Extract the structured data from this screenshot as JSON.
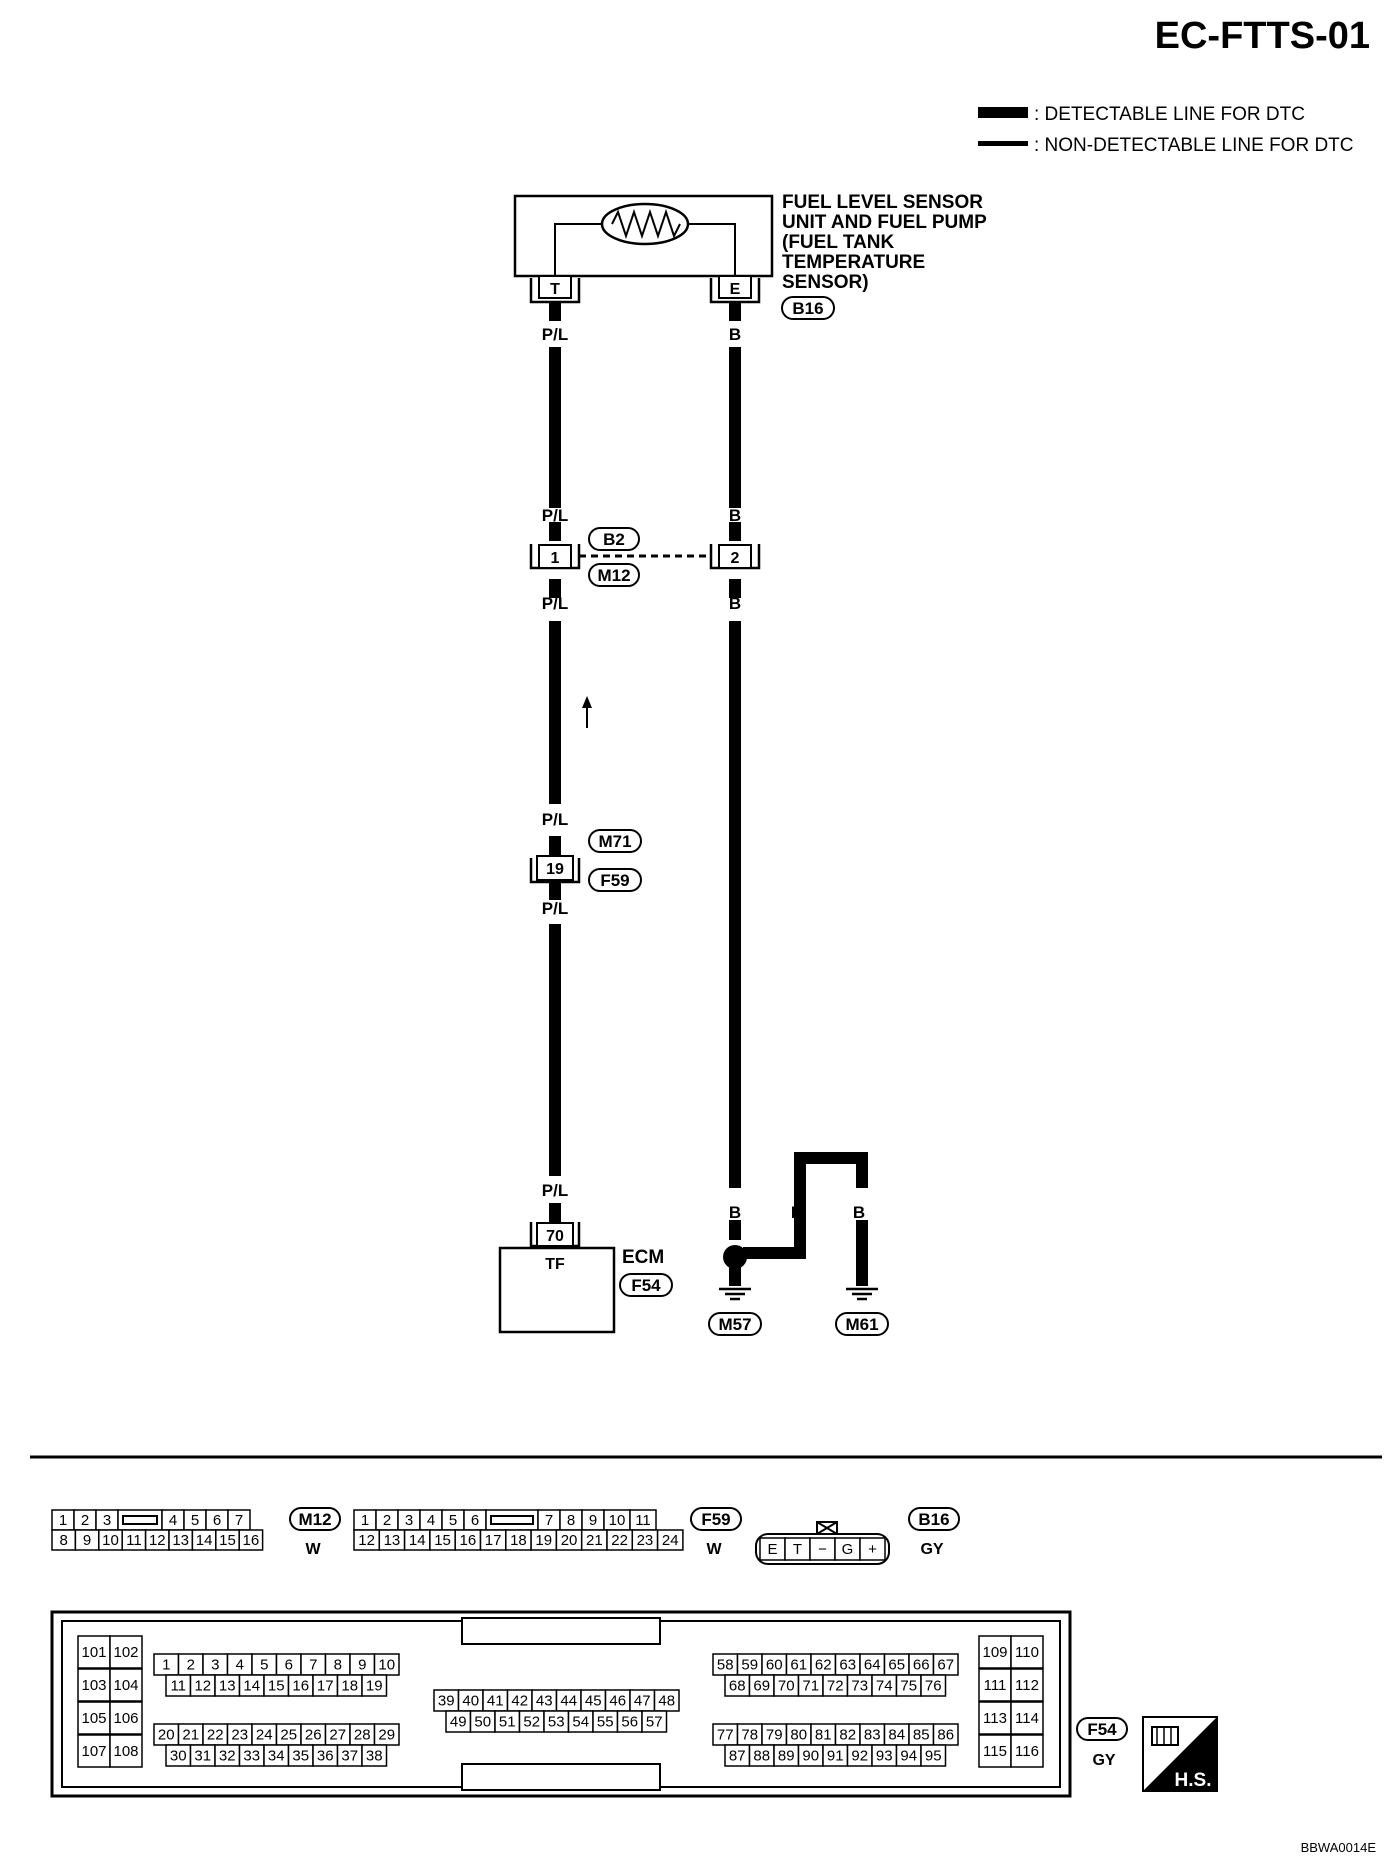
{
  "title": "EC-FTTS-01",
  "image_code": "BBWA0014E",
  "legend": {
    "detectable": ": DETECTABLE LINE FOR DTC",
    "non_detectable": ": NON-DETECTABLE LINE FOR DTC"
  },
  "sensor": {
    "label_lines": [
      "FUEL LEVEL SENSOR",
      "UNIT AND  FUEL PUMP",
      "(FUEL TANK",
      "TEMPERATURE",
      "SENSOR)"
    ],
    "connector": "B16",
    "terminal_t": "T",
    "terminal_e": "E"
  },
  "wires": {
    "pl": "P/L",
    "b": "B"
  },
  "joint_b2_m12": {
    "top": "B2",
    "bottom": "M12",
    "pin1": "1",
    "pin2": "2"
  },
  "joint_m71_f59": {
    "top": "M71",
    "bottom": "F59",
    "pin": "19"
  },
  "ecm": {
    "label": "ECM",
    "connector": "F54",
    "pin": "70",
    "terminal": "TF"
  },
  "grounds": [
    "M57",
    "M61"
  ],
  "connector_views": {
    "m12": {
      "id": "M12",
      "color": "W",
      "row1": [
        "1",
        "2",
        "3",
        "",
        "4",
        "5",
        "6",
        "7"
      ],
      "row2": [
        "8",
        "9",
        "10",
        "11",
        "12",
        "13",
        "14",
        "15",
        "16"
      ]
    },
    "f59": {
      "id": "F59",
      "color": "W",
      "row1": [
        "1",
        "2",
        "3",
        "4",
        "5",
        "6",
        "",
        "7",
        "8",
        "9",
        "10",
        "11"
      ],
      "row2": [
        "12",
        "13",
        "14",
        "15",
        "16",
        "17",
        "18",
        "19",
        "20",
        "21",
        "22",
        "23",
        "24"
      ]
    },
    "b16": {
      "id": "B16",
      "color": "GY",
      "pins": [
        "E",
        "T",
        "−",
        "G",
        "+"
      ]
    },
    "f54": {
      "id": "F54",
      "color": "GY",
      "left_pairs": [
        [
          "101",
          "102"
        ],
        [
          "103",
          "104"
        ],
        [
          "105",
          "106"
        ],
        [
          "107",
          "108"
        ]
      ],
      "g1r1": [
        "1",
        "2",
        "3",
        "4",
        "5",
        "6",
        "7",
        "8",
        "9",
        "10"
      ],
      "g1r2": [
        "11",
        "12",
        "13",
        "14",
        "15",
        "16",
        "17",
        "18",
        "19"
      ],
      "g1r3": [
        "20",
        "21",
        "22",
        "23",
        "24",
        "25",
        "26",
        "27",
        "28",
        "29"
      ],
      "g1r4": [
        "30",
        "31",
        "32",
        "33",
        "34",
        "35",
        "36",
        "37",
        "38"
      ],
      "mid1": [
        "39",
        "40",
        "41",
        "42",
        "43",
        "44",
        "45",
        "46",
        "47",
        "48"
      ],
      "mid2": [
        "49",
        "50",
        "51",
        "52",
        "53",
        "54",
        "55",
        "56",
        "57"
      ],
      "g2r1": [
        "58",
        "59",
        "60",
        "61",
        "62",
        "63",
        "64",
        "65",
        "66",
        "67"
      ],
      "g2r2": [
        "68",
        "69",
        "70",
        "71",
        "72",
        "73",
        "74",
        "75",
        "76"
      ],
      "g2r3": [
        "77",
        "78",
        "79",
        "80",
        "81",
        "82",
        "83",
        "84",
        "85",
        "86"
      ],
      "g2r4": [
        "87",
        "88",
        "89",
        "90",
        "91",
        "92",
        "93",
        "94",
        "95"
      ],
      "right_pairs": [
        [
          "109",
          "110"
        ],
        [
          "111",
          "112"
        ],
        [
          "113",
          "114"
        ],
        [
          "115",
          "116"
        ]
      ]
    }
  },
  "hs_badge": "H.S."
}
